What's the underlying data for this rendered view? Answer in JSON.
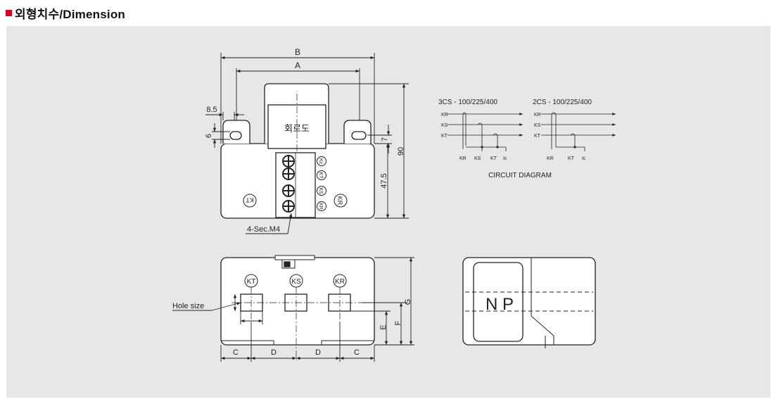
{
  "title": {
    "text": "외형치수/Dimension",
    "icon_color": "#d9001b"
  },
  "top_view": {
    "dims": {
      "B": "B",
      "A": "A",
      "d85": "8.5",
      "d6": "6",
      "d7": "7",
      "d90": "90",
      "d475": "47.5"
    },
    "circuit_label": "회로도",
    "terminal_callout": "4-Sec.M4",
    "terminals_right": [
      "Kc",
      "KT",
      "KS",
      "KR"
    ],
    "left_symbol": "KT",
    "right_symbol": "KR"
  },
  "circuit": {
    "heading_3cs": "3CS - 100/225/400",
    "heading_2cs": "2CS - 100/225/400",
    "lines_3cs": [
      "KR",
      "KS",
      "KT"
    ],
    "bottom_3cs": [
      "KR",
      "KS",
      "KT",
      "Ic"
    ],
    "lines_2cs": [
      "KR",
      "KS",
      "KT"
    ],
    "bottom_2cs": [
      "KR",
      "KT",
      "Ic"
    ],
    "caption": "CIRCUIT DIAGRAM"
  },
  "bottom_view": {
    "hole_label": "Hole size",
    "symbols": [
      "KT",
      "KS",
      "KR"
    ],
    "dims": {
      "C1": "C",
      "D1": "D",
      "D2": "D",
      "C2": "C",
      "E": "E",
      "F": "F",
      "G": "G"
    }
  },
  "side_view": {
    "label": "N P"
  }
}
